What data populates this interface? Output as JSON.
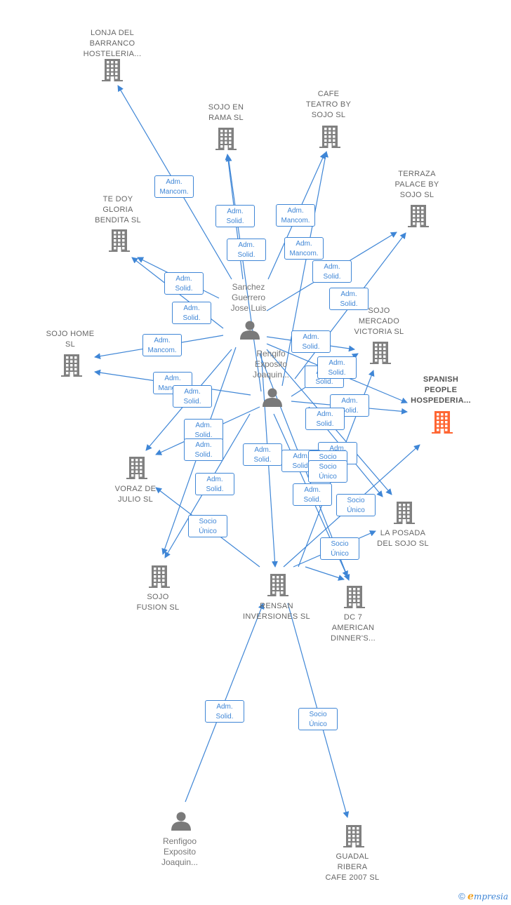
{
  "colors": {
    "edge": "#3f86d6",
    "company": "#808080",
    "focus_company": "#ff6633",
    "person": "#7a7a7a"
  },
  "nodes": [
    {
      "id": "lonja",
      "type": "company",
      "lines": [
        "LONJA DEL",
        "BARRANCO",
        "HOSTELERIA..."
      ]
    },
    {
      "id": "sojo_rama",
      "type": "company",
      "lines": [
        "SOJO EN",
        "RAMA  SL"
      ]
    },
    {
      "id": "cafe_teatro",
      "type": "company",
      "lines": [
        "CAFE",
        "TEATRO BY",
        "SOJO  SL"
      ]
    },
    {
      "id": "terraza",
      "type": "company",
      "lines": [
        "TERRAZA",
        "PALACE BY",
        "SOJO  SL"
      ]
    },
    {
      "id": "te_doy",
      "type": "company",
      "lines": [
        "TE DOY",
        "GLORIA",
        "BENDITA  SL"
      ]
    },
    {
      "id": "sojo_mercado",
      "type": "company",
      "lines": [
        "SOJO",
        "MERCADO",
        "VICTORIA SL"
      ]
    },
    {
      "id": "sojo_home",
      "type": "company",
      "lines": [
        "SOJO HOME",
        "SL"
      ]
    },
    {
      "id": "spanish_people",
      "type": "focus",
      "lines": [
        "SPANISH",
        "PEOPLE",
        "HOSPEDERIA..."
      ]
    },
    {
      "id": "voraz",
      "type": "company",
      "lines": [
        "VORAZ DE",
        "JULIO  SL"
      ]
    },
    {
      "id": "la_posada",
      "type": "company",
      "lines": [
        "LA POSADA",
        "DEL SOJO  SL"
      ]
    },
    {
      "id": "sojo_fusion",
      "type": "company",
      "lines": [
        "SOJO",
        "FUSION SL"
      ]
    },
    {
      "id": "rensan",
      "type": "company",
      "lines": [
        "RENSAN",
        "INVERSIONES SL"
      ]
    },
    {
      "id": "dc7",
      "type": "company",
      "lines": [
        "DC 7",
        "AMERICAN",
        "DINNER'S..."
      ]
    },
    {
      "id": "guadal",
      "type": "company",
      "lines": [
        "GUADAL",
        "RIBERA",
        "CAFE 2007  SL"
      ]
    },
    {
      "id": "sanchez",
      "type": "person",
      "lines": [
        "Sanchez",
        "Guerrero",
        "Jose Luis"
      ]
    },
    {
      "id": "rengifo",
      "type": "person",
      "lines": [
        "Rengifo",
        "Exposito",
        "Joaquin..."
      ]
    },
    {
      "id": "renfigoo",
      "type": "person",
      "lines": [
        "Renfigoo",
        "Exposito",
        "Joaquin..."
      ]
    }
  ],
  "edges": [
    {
      "from": "sanchez",
      "to": "lonja",
      "label": [
        "Adm.",
        "Mancom."
      ]
    },
    {
      "from": "sanchez",
      "to": "sojo_rama",
      "label": [
        "Adm.",
        "Solid."
      ]
    },
    {
      "from": "rengifo",
      "to": "sojo_rama",
      "label": [
        "Adm.",
        "Solid."
      ]
    },
    {
      "from": "sanchez",
      "to": "cafe_teatro",
      "label": [
        "Adm.",
        "Mancom."
      ]
    },
    {
      "from": "rengifo",
      "to": "cafe_teatro",
      "label": [
        "Adm.",
        "Mancom."
      ]
    },
    {
      "from": "sanchez",
      "to": "terraza",
      "label": [
        "Adm.",
        "Solid."
      ]
    },
    {
      "from": "rengifo",
      "to": "terraza",
      "label": [
        "Adm.",
        "Solid."
      ]
    },
    {
      "from": "sanchez",
      "to": "te_doy",
      "label": [
        "Adm.",
        "Solid."
      ]
    },
    {
      "from": "rengifo",
      "to": "te_doy",
      "label": [
        "Adm.",
        "Solid."
      ]
    },
    {
      "from": "sanchez",
      "to": "sojo_home",
      "label": [
        "Adm.",
        "Mancom."
      ]
    },
    {
      "from": "rengifo",
      "to": "sojo_home",
      "label": [
        "Adm.",
        "Mancom."
      ]
    },
    {
      "from": "sanchez",
      "to": "sojo_mercado",
      "label": [
        "Adm.",
        "Solid."
      ]
    },
    {
      "from": "rengifo",
      "to": "sojo_mercado",
      "label": [
        "Adm.",
        "Solid."
      ]
    },
    {
      "from": "sanchez",
      "to": "spanish_people",
      "label": [
        "Adm.",
        "Solid."
      ]
    },
    {
      "from": "rengifo",
      "to": "spanish_people",
      "label": [
        "Adm.",
        "Solid."
      ]
    },
    {
      "from": "sanchez",
      "to": "voraz",
      "label": [
        "Adm.",
        "Solid."
      ]
    },
    {
      "from": "rengifo",
      "to": "voraz",
      "label": [
        "Adm.",
        "Solid."
      ]
    },
    {
      "from": "sanchez",
      "to": "sojo_fusion",
      "label": [
        "Adm.",
        "Solid."
      ]
    },
    {
      "from": "rengifo",
      "to": "sojo_fusion",
      "label": [
        "Adm.",
        "Solid."
      ]
    },
    {
      "from": "sanchez",
      "to": "la_posada",
      "label": [
        "Adm.",
        "Solid."
      ]
    },
    {
      "from": "rengifo",
      "to": "la_posada",
      "label": [
        "Adm.",
        "Solid."
      ]
    },
    {
      "from": "sanchez",
      "to": "dc7",
      "label": [
        "Adm.",
        "Solid."
      ]
    },
    {
      "from": "rengifo",
      "to": "dc7",
      "label": [
        "Adm.",
        "Solid."
      ]
    },
    {
      "from": "sanchez",
      "to": "rensan",
      "label": [
        "Adm.",
        "Solid."
      ]
    },
    {
      "from": "rensan",
      "to": "voraz",
      "label": [
        "Socio",
        "Único"
      ]
    },
    {
      "from": "rensan",
      "to": "spanish_people",
      "label": [
        "Socio",
        "Único"
      ]
    },
    {
      "from": "rensan",
      "to": "la_posada",
      "label": [
        "Socio",
        "Único"
      ]
    },
    {
      "from": "rensan",
      "to": "dc7",
      "label": [
        "Socio",
        "Único"
      ]
    },
    {
      "from": "rensan",
      "to": "sojo_mercado",
      "label": [
        "Socio",
        "Único"
      ]
    },
    {
      "from": "renfigoo",
      "to": "rensan",
      "label": [
        "Adm.",
        "Solid."
      ]
    },
    {
      "from": "rensan",
      "to": "guadal",
      "label": [
        "Socio",
        "Único"
      ]
    }
  ],
  "footer": {
    "copyright": "©",
    "brand_initial": "e",
    "brand_rest": "mpresia"
  }
}
